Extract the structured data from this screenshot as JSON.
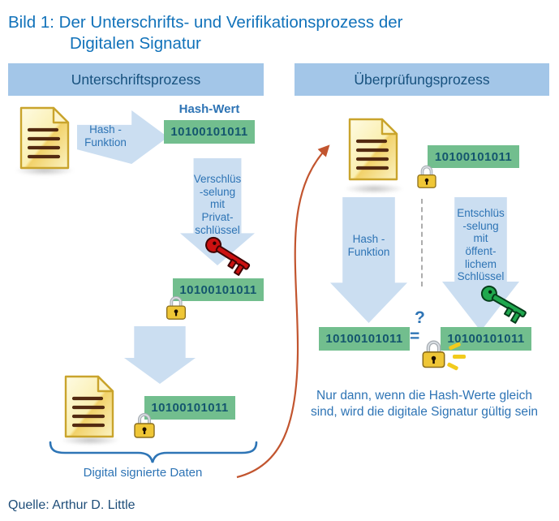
{
  "title": {
    "line1": "Bild 1: Der Unterschrifts- und Verifikationsprozess der",
    "line2": "Digitalen Signatur"
  },
  "headers": {
    "signing": "Unterschriftsprozess",
    "verification": "Überprüfungsprozess"
  },
  "signing_process": {
    "hash_arrow_label": "Hash -\nFunktion",
    "hash_wert_title": "Hash-Wert",
    "hash_value": "10100101011",
    "encrypt_arrow_label": "Verschlüs\n-selung\nmit\nPrivat-\nschlüssel",
    "encrypted_hash_value": "10100101011",
    "signed_hash_value": "10100101011",
    "brace_label": "Digital signierte Daten"
  },
  "verification_process": {
    "received_hash_value": "10100101011",
    "hash_arrow_label": "Hash -\nFunktion",
    "decrypt_arrow_label": "Entschlüs\n-selung\nmit\nöffent-\nlichem\nSchlüssel",
    "question_mark": "?",
    "equals_sign": "=",
    "computed_hash_value": "10100101011",
    "decrypted_hash_value": "10100101011",
    "note": "Nur dann, wenn die Hash-Werte gleich\nsind, wird die digitale Signatur gültig sein"
  },
  "footer": {
    "source": "Quelle: Arthur D. Little"
  },
  "icons": {
    "document": "document-icon",
    "padlock": "padlock-icon",
    "red_key": "private-key-icon",
    "green_key": "public-key-icon",
    "curve": "curved-arrow-icon",
    "brace": "underbrace-icon"
  },
  "colors": {
    "title_blue": "#1172BA",
    "header_bar": "#A3C6E8",
    "header_text": "#17517E",
    "label_blue": "#2E74B5",
    "hash_box_green": "#72BE8E",
    "hash_box_text": "#14566E",
    "block_arrow": "#CBDEF1",
    "red_key": "#CC1111",
    "green_key": "#1FA84E",
    "curve_arrow": "#C2552F",
    "lock_gold": "#EFC636",
    "brace_blue": "#2E75B6"
  }
}
